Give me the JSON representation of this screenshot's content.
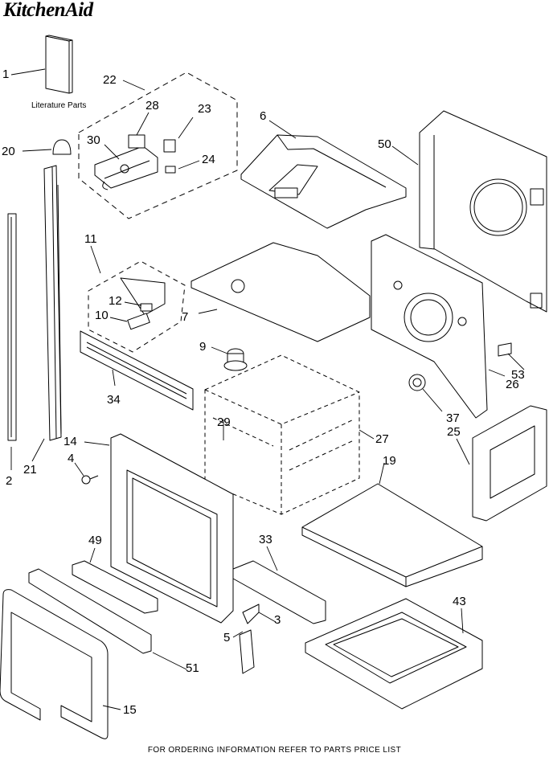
{
  "brand": "KitchenAid",
  "literature_label": "Literature Parts",
  "footer": "FOR ORDERING INFORMATION REFER TO PARTS PRICE LIST",
  "callouts": {
    "c1": "1",
    "c2": "2",
    "c3": "3",
    "c4": "4",
    "c5": "5",
    "c6": "6",
    "c7": "7",
    "c9": "9",
    "c10": "10",
    "c11": "11",
    "c12": "12",
    "c14": "14",
    "c15": "15",
    "c19": "19",
    "c20": "20",
    "c21": "21",
    "c22": "22",
    "c23": "23",
    "c24": "24",
    "c25": "25",
    "c26": "26",
    "c27": "27",
    "c28": "28",
    "c29": "29",
    "c30": "30",
    "c33": "33",
    "c34": "34",
    "c37": "37",
    "c43": "43",
    "c49": "49",
    "c50": "50",
    "c51": "51",
    "c53": "53"
  }
}
